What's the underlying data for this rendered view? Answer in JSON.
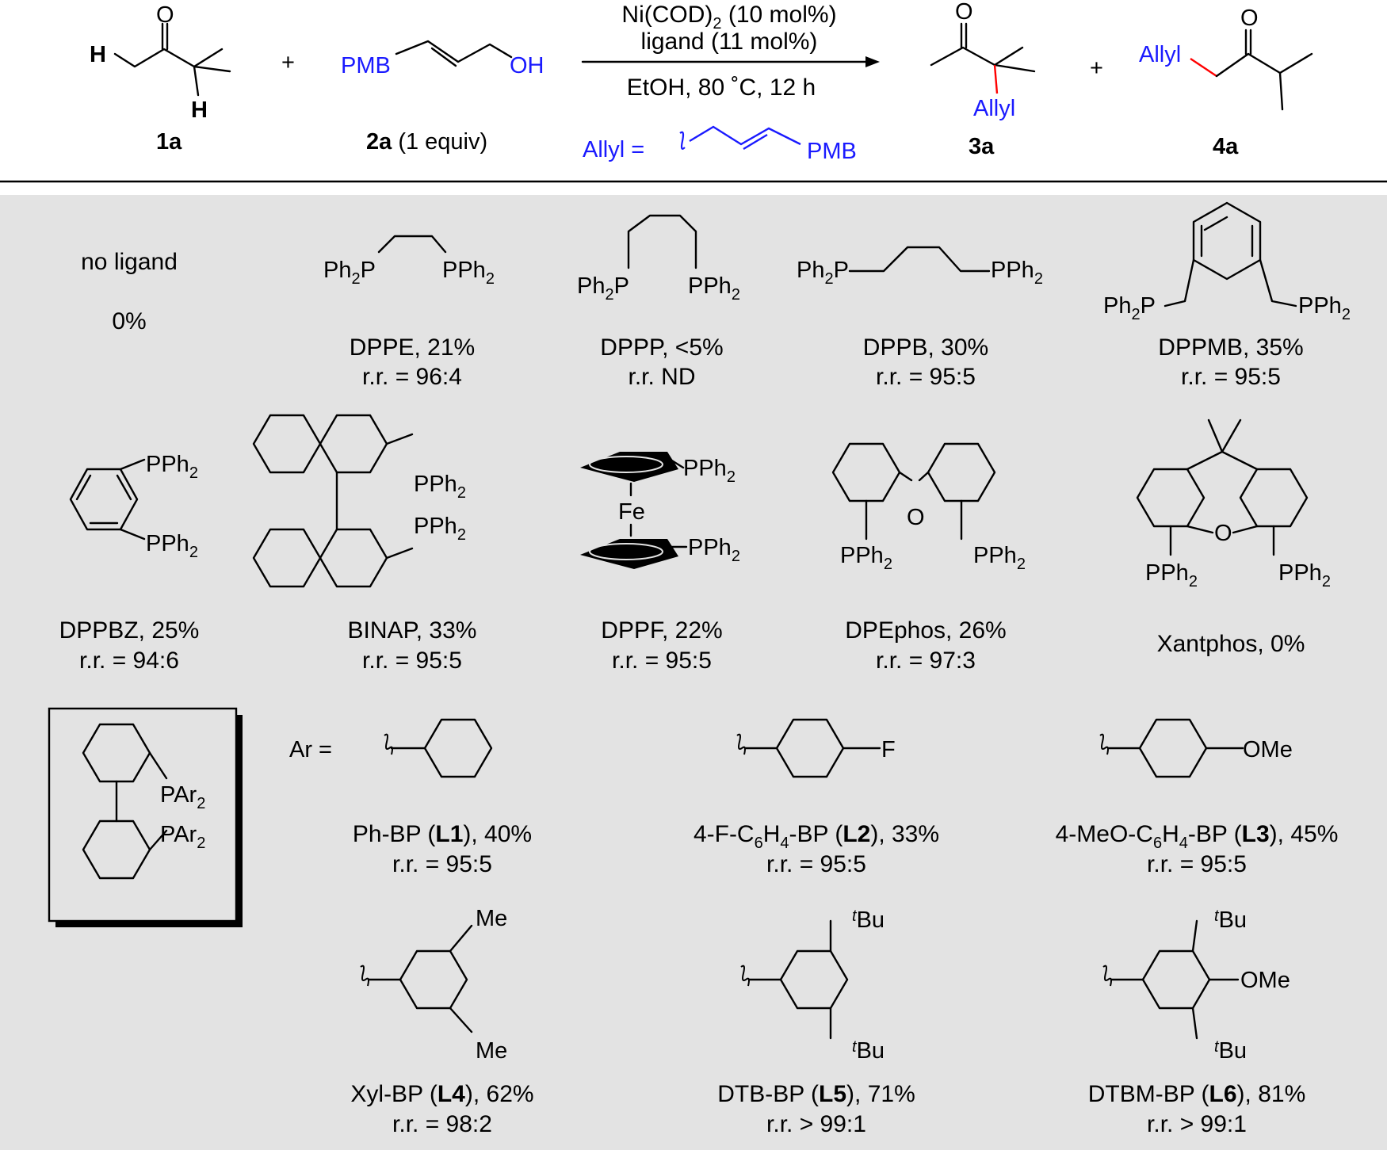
{
  "scheme": {
    "reactant1_label": "1a",
    "reactant2_label": "2a",
    "reactant2_equiv": " (1 equiv)",
    "reagent_catalyst": "Ni(COD)",
    "reagent_catalyst_sub": "2",
    "reagent_catalyst_load": " (10 mol%)",
    "reagent_ligand": "ligand (11 mol%)",
    "conditions": "EtOH, 80 ˚C, 12 h",
    "allyl_def": "Allyl =",
    "group_allyl": "Allyl",
    "group_pmb": "PMB",
    "group_oh": "OH",
    "atom_h": "H",
    "atom_o": "O",
    "plus": "+",
    "product1_label": "3a",
    "product2_label": "4a"
  },
  "ligands_row1": [
    {
      "name": "no ligand",
      "yield": "0%"
    },
    {
      "name": "DPPE, 21%",
      "rr": "r.r. = 96:4"
    },
    {
      "name": "DPPP, <5%",
      "rr": "r.r. ND"
    },
    {
      "name": "DPPB, 30%",
      "rr": "r.r. = 95:5"
    },
    {
      "name": "DPPMB, 35%",
      "rr": "r.r. = 95:5"
    }
  ],
  "ligands_row2": [
    {
      "name": "DPPBZ, 25%",
      "rr": "r.r. = 94:6"
    },
    {
      "name": "BINAP, 33%",
      "rr": "r.r. = 95:5"
    },
    {
      "name": "DPPF, 22%",
      "rr": "r.r. = 95:5"
    },
    {
      "name": "DPEphos, 26%",
      "rr": "r.r. = 97:3"
    },
    {
      "name": "Xantphos, 0%"
    }
  ],
  "ligands_bp": [
    {
      "pre": "Ph-BP (",
      "bold": "L1",
      "post": "), 40%",
      "rr": "r.r. = 95:5"
    },
    {
      "pre": "4-F-C",
      "sub1": "6",
      "mid": "H",
      "sub2": "4",
      "pre2": "-BP (",
      "bold": "L2",
      "post": "), 33%",
      "rr": "r.r. = 95:5"
    },
    {
      "pre": "4-MeO-C",
      "sub1": "6",
      "mid": "H",
      "sub2": "4",
      "pre2": "-BP (",
      "bold": "L3",
      "post": "), 45%",
      "rr": "r.r. = 95:5"
    },
    {
      "pre": "Xyl-BP (",
      "bold": "L4",
      "post": "), 62%",
      "rr": "r.r. = 98:2"
    },
    {
      "pre": "DTB-BP (",
      "bold": "L5",
      "post": "), 71%",
      "rr": "r.r. > 99:1"
    },
    {
      "pre": "DTBM-BP (",
      "bold": "L6",
      "post": "), 81%",
      "rr": "r.r. > 99:1"
    }
  ],
  "labels": {
    "ph2p": "Ph",
    "pph": "PPh",
    "two": "2",
    "pa": "PAr",
    "ar_eq": "Ar =",
    "fe": "Fe",
    "f": "F",
    "ome": "OMe",
    "me": "Me",
    "bu": "Bu",
    "t": "t"
  },
  "colors": {
    "panel": "#e3e3e3",
    "blue": "#1a1aff",
    "red": "#ff0000"
  }
}
